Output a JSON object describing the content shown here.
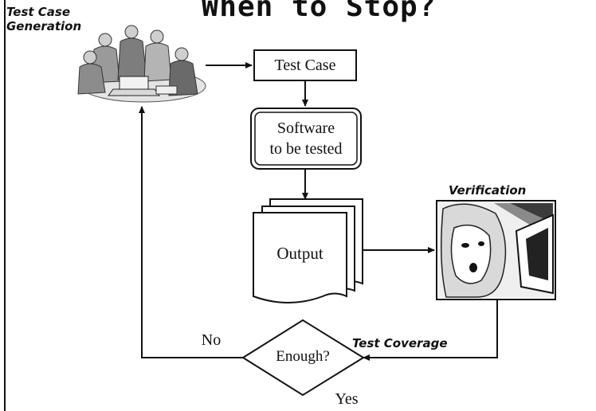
{
  "title": "When to Stop?",
  "captions": {
    "generation": [
      "Test Case",
      "Generation"
    ],
    "verification": "Verification",
    "coverage": "Test Coverage"
  },
  "nodes": {
    "test_case": "Test Case",
    "software": [
      "Software",
      "to be tested"
    ],
    "output": "Output",
    "decision": "Enough?"
  },
  "edges": {
    "no": "No",
    "yes": "Yes"
  },
  "icons": {
    "generation": "team-at-laptop-clipart",
    "verification": "woman-at-monitor-clipart"
  }
}
